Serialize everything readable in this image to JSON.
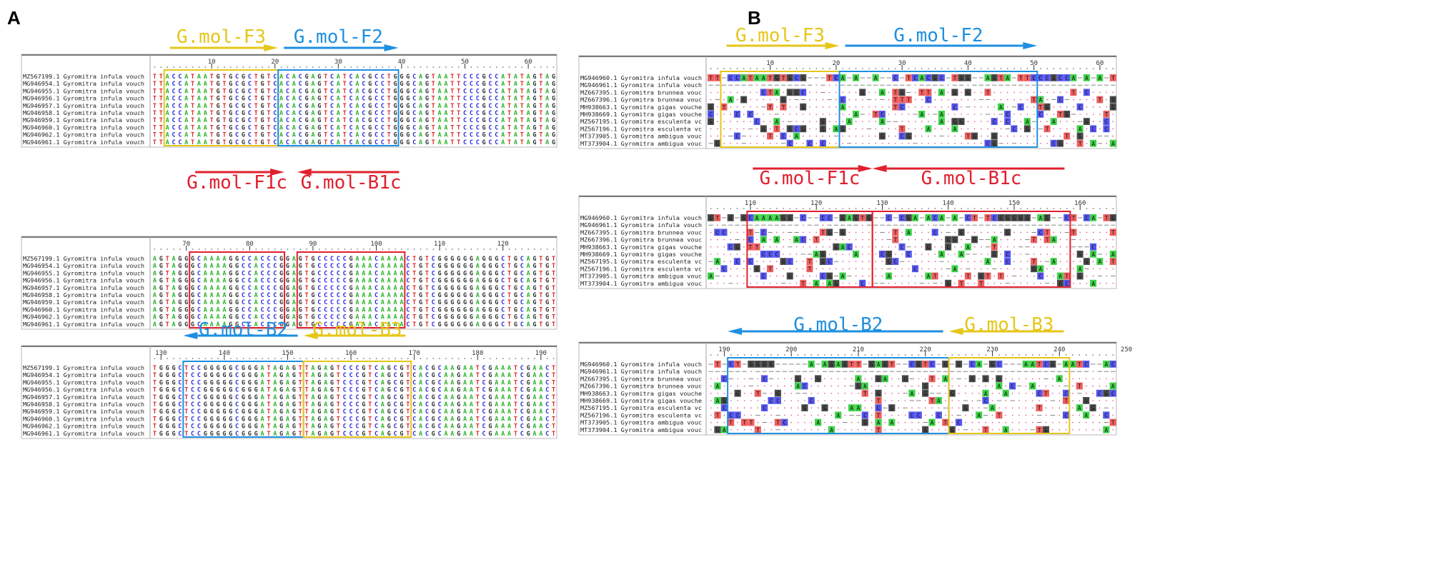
{
  "panels": [
    {
      "label": "A",
      "style": "plain",
      "blocks": [
        {
          "ruler_start": 1,
          "ticks": [
            "10",
            "20",
            "30",
            "40",
            "50",
            "60"
          ],
          "names": [
            "MZ567199.1 Gyromitra infula vouch",
            "MG946954.1 Gyromitra infula vouch",
            "MG946955.1 Gyromitra infula vouch",
            "MG946956.1 Gyromitra infula vouch",
            "MG946957.1 Gyromitra infula vouch",
            "MG946958.1 Gyromitra infula vouch",
            "MG946959.1 Gyromitra infula vouch",
            "MG946960.1 Gyromitra infula vouch",
            "MG946962.1 Gyromitra infula vouch",
            "MG946961.1 Gyromitra infula vouch"
          ],
          "sequence": "TTACCATAATGTGCGCTGTCACACGAGTCATCACGCCTGGGCAGTAATTCCCGCCATATAGTAG",
          "primers": [
            {
              "name": "G.mol-F3",
              "color": "#e6c619",
              "dir": "right",
              "start": 3,
              "end": 20
            },
            {
              "name": "G.mol-F2",
              "color": "#1e8fe0",
              "dir": "right",
              "start": 21,
              "end": 39
            }
          ]
        },
        {
          "ruler_start": 65,
          "ticks": [
            "70",
            "80",
            "90",
            "100",
            "110",
            "120"
          ],
          "names": [
            "MZ567199.1 Gyromitra infula vouch",
            "MG946954.1 Gyromitra infula vouch",
            "MG946955.1 Gyromitra infula vouch",
            "MG946956.1 Gyromitra infula vouch",
            "MG946957.1 Gyromitra infula vouch",
            "MG946958.1 Gyromitra infula vouch",
            "MG946959.1 Gyromitra infula vouch",
            "MG946960.1 Gyromitra infula vouch",
            "MG946962.1 Gyromitra infula vouch",
            "MG946961.1 Gyromitra infula vouch"
          ],
          "sequence": "AGTAGGGCAAAAGGCCACCCGGAGTGCCCCCGAAACAAAACTGTCGGGGGGAGGGCTGCAGTGT",
          "primers": [
            {
              "name": "G.mol-F1c",
              "color": "#e0202e",
              "dir": "right",
              "start": 71,
              "end": 85
            },
            {
              "name": "G.mol-B1c",
              "color": "#e0202e",
              "dir": "left",
              "start": 88,
              "end": 104
            }
          ]
        },
        {
          "ruler_start": 129,
          "ticks": [
            "130",
            "140",
            "150",
            "160",
            "170",
            "180",
            "190"
          ],
          "names": [
            "MZ567199.1 Gyromitra infula vouch",
            "MG946954.1 Gyromitra infula vouch",
            "MG946955.1 Gyromitra infula vouch",
            "MG946956.1 Gyromitra infula vouch",
            "MG946957.1 Gyromitra infula vouch",
            "MG946958.1 Gyromitra infula vouch",
            "MG946959.1 Gyromitra infula vouch",
            "MG946960.1 Gyromitra infula vouch",
            "MG946962.1 Gyromitra infula vouch",
            "MG946961.1 Gyromitra infula vouch"
          ],
          "sequence": "TGGGCTCCGGGGGCGGGATAGAGTTAGAGTCCCGTCAGCGTCACGCAAGAATCGAAATCGAACT",
          "primers": [
            {
              "name": "G.mol-B2",
              "color": "#1e8fe0",
              "dir": "left",
              "start": 134,
              "end": 152
            },
            {
              "name": "G.mol-B3",
              "color": "#e6c619",
              "dir": "left",
              "start": 153,
              "end": 169
            }
          ]
        }
      ]
    },
    {
      "label": "B",
      "style": "colored",
      "blocks": [
        {
          "ruler_start": 1,
          "ticks": [
            "10",
            "20",
            "30",
            "40",
            "50",
            "60"
          ],
          "names": [
            "MG946960.1 Gyromitra infula vouch",
            "MG946961.1 Gyromitra infula vouch",
            "MZ667395.1 Gyromitra brunnea vouc",
            "MZ667396.1 Gyromitra brunnea vouc",
            "MH938663.1 Gyromitra gigas vouche",
            "MH938669.1 Gyromitra gigas vouche",
            "MZ567195.1 Gyromitra esculenta vc",
            "MZ567196.1 Gyromitra esculenta vc",
            "MT373905.1 Gyromitra ambigua vouc",
            "MT373904.1 Gyromitra ambigua vouc"
          ],
          "sequence": "TTACCATAATGTGCGCTGTCACACGAGTCATCACGCCTGGGCAGTAATTCCCGCCATATAGT",
          "primers": [
            {
              "name": "G.mol-F3",
              "color": "#e6c619",
              "dir": "right",
              "start": 3,
              "end": 20
            },
            {
              "name": "G.mol-F2",
              "color": "#1e8fe0",
              "dir": "right",
              "start": 21,
              "end": 50
            }
          ]
        },
        {
          "ruler_start": 104,
          "ticks": [
            "110",
            "120",
            "130",
            "140",
            "150",
            "160"
          ],
          "names": [
            "MG946960.1 Gyromitra infula vouch",
            "MG946961.1 Gyromitra infula vouch",
            "MZ667395.1 Gyromitra brunnea vouc",
            "MZ667396.1 Gyromitra brunnea vouc",
            "MH938663.1 Gyromitra gigas vouche",
            "MH938669.1 Gyromitra gigas vouche",
            "MZ567195.1 Gyromitra esculenta vc",
            "MZ567196.1 Gyromitra esculenta vc",
            "MT373905.1 Gyromitra ambigua vouc",
            "MT373904.1 Gyromitra ambigua vouc"
          ],
          "sequence": "GTAGGGCAAAAGGCCACCCGGAGTGCCCCCGAAACAAAACTGTCGGGGGGAGGGCTGCAGTG",
          "primers": [
            {
              "name": "G.mol-F1c",
              "color": "#e0202e",
              "dir": "right",
              "start": 110,
              "end": 128
            },
            {
              "name": "G.mol-B1c",
              "color": "#e0202e",
              "dir": "left",
              "start": 129,
              "end": 158
            }
          ]
        },
        {
          "ruler_start": 188,
          "ticks": [
            "190",
            "200",
            "210",
            "220",
            "230",
            "240",
            "250"
          ],
          "names": [
            "MG946960.1 Gyromitra infula vouch",
            "MG946961.1 Gyromitra infula vouch",
            "MZ667395.1 Gyromitra brunnea vouc",
            "MZ667396.1 Gyromitra brunnea vouc",
            "MH938663.1 Gyromitra gigas vouche",
            "MH938669.1 Gyromitra gigas vouche",
            "MZ567195.1 Gyromitra esculenta vc",
            "MZ567196.1 Gyromitra esculenta vc",
            "MT373905.1 Gyromitra ambigua vouc",
            "MT373904.1 Gyromitra ambigua vouc"
          ],
          "sequence": "GTCCTCGGGGGCGGGATAGAGTTAGAGTCCCGTCAGCGTCACGCAAGAATCGAAATCGAAC",
          "primers": [
            {
              "name": "G.mol-B2",
              "color": "#1e8fe0",
              "dir": "left",
              "start": 191,
              "end": 223
            },
            {
              "name": "G.mol-B3",
              "color": "#e6c619",
              "dir": "left",
              "start": 224,
              "end": 241
            }
          ]
        }
      ]
    }
  ],
  "base_colors": {
    "A": "#2ab42a",
    "C": "#2828e0",
    "G": "#303030",
    "T": "#e02828"
  },
  "highlight_colors": {
    "A": "#3fd24a",
    "C": "#5656ee",
    "G": "#4a4a4a",
    "T": "#ee5f5f"
  }
}
